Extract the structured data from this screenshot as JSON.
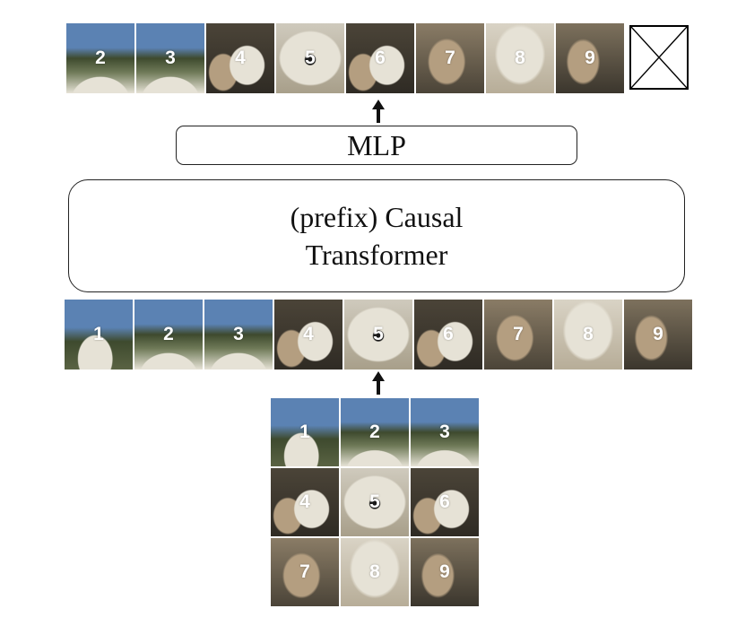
{
  "output_patches": [
    {
      "label": "2",
      "style": "sky-top"
    },
    {
      "label": "3",
      "style": "sky-top"
    },
    {
      "label": "4",
      "style": "dark-hand"
    },
    {
      "label": "5",
      "style": "face"
    },
    {
      "label": "6",
      "style": "dark-hand"
    },
    {
      "label": "7",
      "style": "hand"
    },
    {
      "label": "8",
      "style": "fur"
    },
    {
      "label": "9",
      "style": "hand-dark"
    }
  ],
  "end_token_icon": "crossed-box-icon",
  "mlp_label": "MLP",
  "transformer_label_line1": "(prefix) Causal",
  "transformer_label_line2": "Transformer",
  "input_patches": [
    {
      "label": "1",
      "style": "sky-ear"
    },
    {
      "label": "2",
      "style": "sky-top"
    },
    {
      "label": "3",
      "style": "sky-top"
    },
    {
      "label": "4",
      "style": "dark-hand"
    },
    {
      "label": "5",
      "style": "face"
    },
    {
      "label": "6",
      "style": "dark-hand"
    },
    {
      "label": "7",
      "style": "hand"
    },
    {
      "label": "8",
      "style": "fur"
    },
    {
      "label": "9",
      "style": "hand-dark"
    }
  ],
  "grid_patches": [
    {
      "label": "1",
      "style": "sky-ear"
    },
    {
      "label": "2",
      "style": "sky-top"
    },
    {
      "label": "3",
      "style": "sky-top"
    },
    {
      "label": "4",
      "style": "dark-hand"
    },
    {
      "label": "5",
      "style": "face"
    },
    {
      "label": "6",
      "style": "dark-hand"
    },
    {
      "label": "7",
      "style": "hand"
    },
    {
      "label": "8",
      "style": "fur"
    },
    {
      "label": "9",
      "style": "hand-dark"
    }
  ],
  "colors": {
    "sky": "#5b82b3",
    "trees": "#3e4a2e",
    "fur": "#e6e2d6",
    "hand": "#b49e80",
    "shadow": "#4b4438",
    "border": "#222222"
  }
}
